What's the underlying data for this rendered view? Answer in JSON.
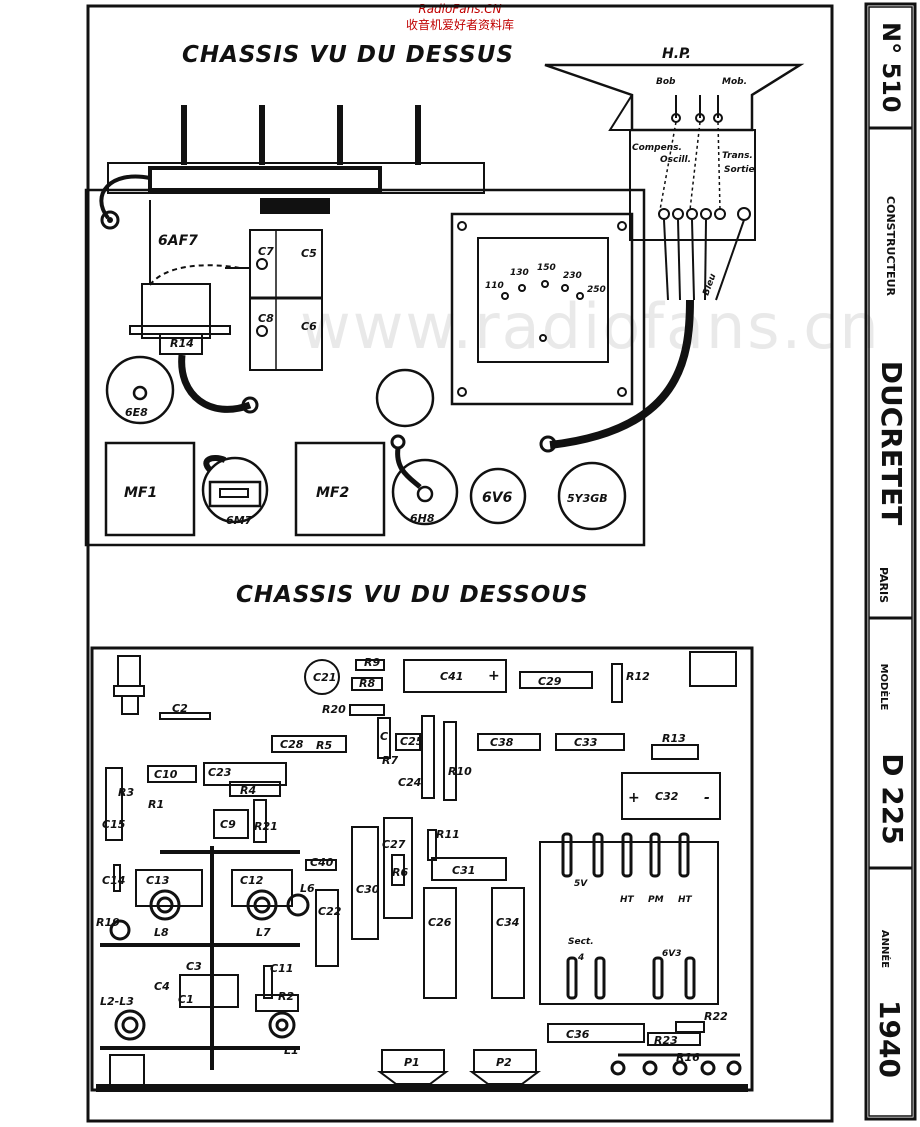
{
  "header": {
    "site": "RadioFans.CN",
    "tagline": "收音机爱好者资料库",
    "watermark": "www.radiofans.cn"
  },
  "sidebar": {
    "number": "N° 510",
    "constructeur_label": "CONSTRUCTEUR",
    "manufacturer": "DUCRETET",
    "city": "PARIS",
    "modele_label": "MODÈLE",
    "model": "D 225",
    "annee_label": "ANNÉE",
    "year": "1940"
  },
  "top_view": {
    "title": "CHASSIS VU DU DESSUS",
    "speaker": {
      "label": "H.P.",
      "bob": "Bob",
      "mob": "Mob.",
      "compens": "Compens.",
      "oscill": "Oscill.",
      "trans": "Trans.",
      "sortie": "Sortie",
      "bleu": "Bleu"
    },
    "tubes": [
      "6AF7",
      "6E8",
      "6M7",
      "6H8",
      "6V6",
      "5Y3GB"
    ],
    "components": [
      "C7",
      "C5",
      "C8",
      "C6",
      "R14",
      "MF1",
      "MF2"
    ],
    "voltages": [
      "110",
      "130",
      "150",
      "230",
      "250"
    ]
  },
  "bottom_view": {
    "title": "CHASSIS VU DU DESSOUS",
    "labels": [
      "C21",
      "R9",
      "R8",
      "R20",
      "C41",
      "C29",
      "R12",
      "C2",
      "C28",
      "R5",
      "C",
      "C25",
      "R7",
      "C24",
      "R10",
      "C38",
      "C33",
      "R13",
      "C10",
      "C23",
      "R3",
      "R4",
      "R1",
      "C15",
      "C9",
      "R21",
      "C32",
      "R11",
      "C27",
      "R6",
      "C30",
      "C31",
      "C40",
      "C14",
      "C13",
      "C12",
      "L6",
      "C22",
      "R19",
      "L8",
      "L7",
      "C26",
      "C34",
      "C3",
      "C11",
      "C4",
      "C1",
      "R2",
      "L2-L3",
      "L1",
      "C36",
      "R22",
      "R23",
      "R16",
      "P1",
      "P2"
    ],
    "transformer_labels": [
      "5V",
      "HT",
      "PM",
      "HT",
      "Sect.",
      "4",
      "6V3"
    ],
    "polarity": [
      "+",
      "-"
    ]
  }
}
